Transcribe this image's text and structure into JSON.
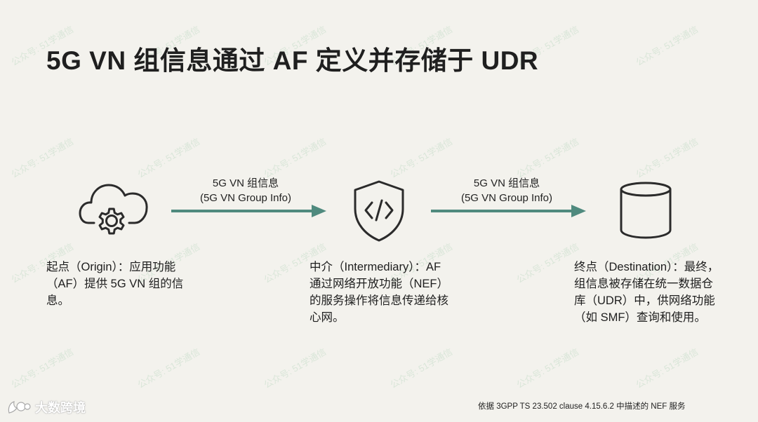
{
  "title": "5G VN 组信息通过 AF 定义并存储于 UDR",
  "nodes": [
    {
      "id": "origin",
      "icon": "cloud-gear-icon",
      "description": "起点（Origin）：应用功能（AF）提供 5G VN 组的信息。"
    },
    {
      "id": "intermediary",
      "icon": "shield-code-icon",
      "description": "中介（Intermediary）：AF 通过网络开放功能（NEF）的服务操作将信息传递给核心网。"
    },
    {
      "id": "destination",
      "icon": "database-icon",
      "description": "终点（Destination）：最终，组信息被存储在统一数据仓库（UDR）中，供网络功能（如 SMF）查询和使用。"
    }
  ],
  "edges": [
    {
      "from": "origin",
      "to": "intermediary",
      "label_line1": "5G VN 组信息",
      "label_line2": "(5G VN Group Info)"
    },
    {
      "from": "intermediary",
      "to": "destination",
      "label_line1": "5G VN 组信息",
      "label_line2": "(5G VN Group Info)"
    }
  ],
  "footer": {
    "logo_text": "大数跨境",
    "source_note": "依据 3GPP TS 23.502 clause 4.15.6.2 中描述的 NEF 服务"
  },
  "watermark_text": "公众号: 51学通信",
  "colors": {
    "background": "#f3f2ed",
    "arrow": "#4f8a7e",
    "icon_stroke": "#2b2b2b",
    "text": "#1e1e1e"
  }
}
